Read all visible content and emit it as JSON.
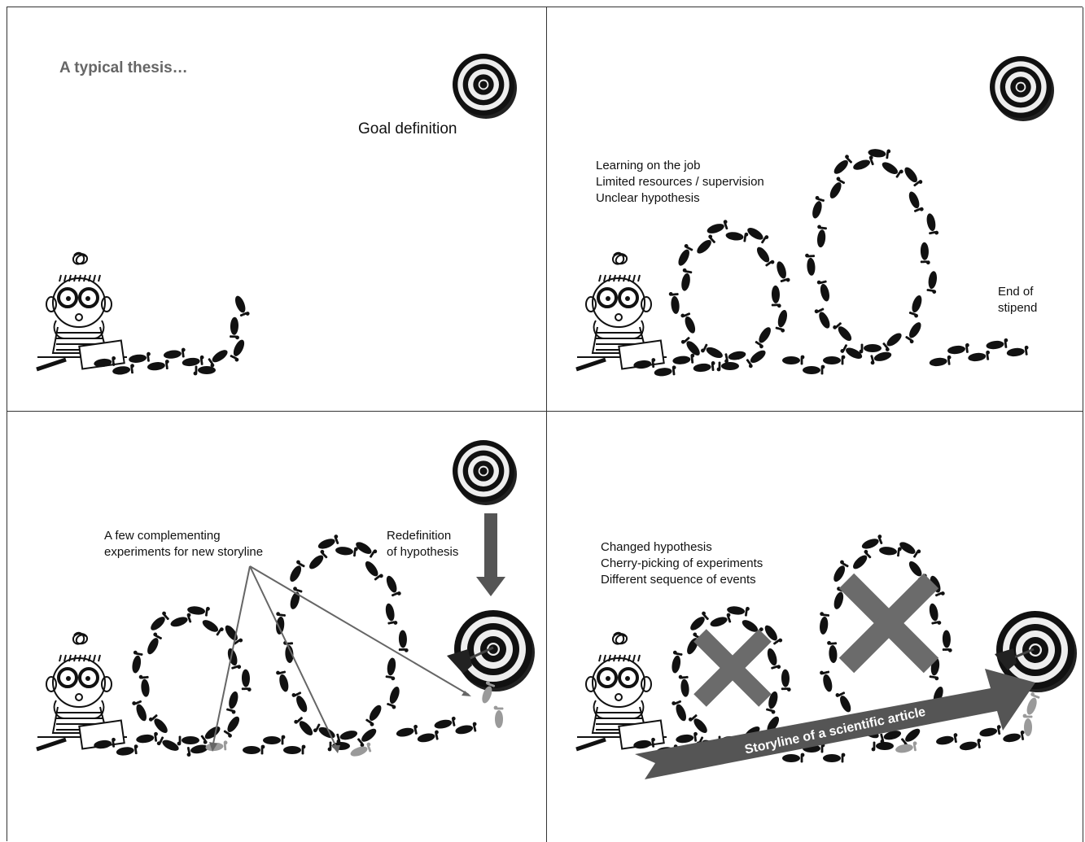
{
  "panels": {
    "p1": {
      "title": "A typical thesis…",
      "goal_label": "Goal  definition"
    },
    "p2": {
      "problems": [
        "Learning on the job",
        "Limited resources / supervision",
        "Unclear hypothesis"
      ],
      "end_label": [
        "End of",
        "stipend"
      ]
    },
    "p3": {
      "complement_label": [
        "A few complementing",
        "experiments for new storyline"
      ],
      "redefinition_label": [
        "Redefinition",
        "of hypothesis"
      ]
    },
    "p4": {
      "changes": [
        "Changed hypothesis",
        "Cherry-picking of experiments",
        "Different sequence of events"
      ],
      "arrow_label": "Storyline of a scientific article"
    }
  },
  "icons": {
    "target": "target-icon",
    "student": "student-illustration",
    "footprint": "footprint-icon",
    "dart": "dart-icon"
  },
  "colors": {
    "footprint": "#111111",
    "footprint_new": "#9a9a9a",
    "arrow": "#555555",
    "cross": "#6b6b6b",
    "title": "#666666"
  }
}
